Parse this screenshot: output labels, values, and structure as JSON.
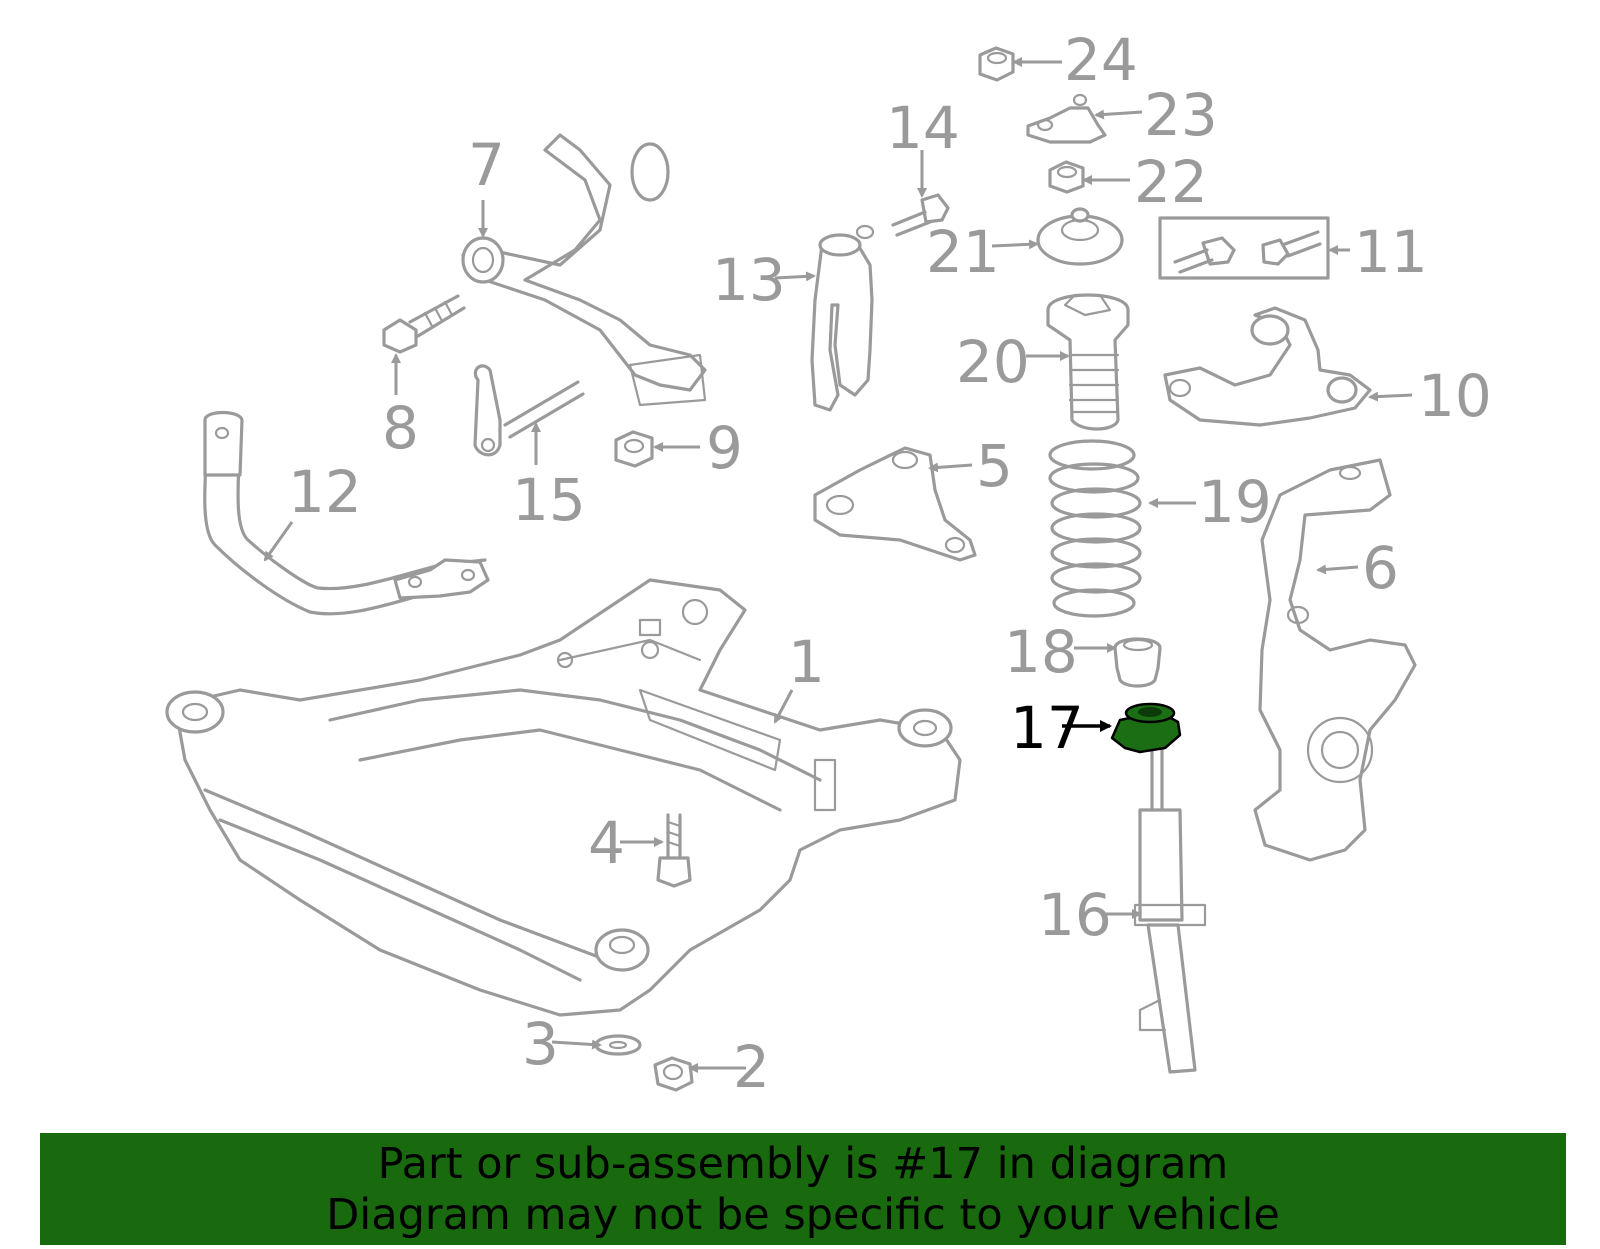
{
  "callouts": {
    "c1": "1",
    "c2": "2",
    "c3": "3",
    "c4": "4",
    "c5": "5",
    "c6": "6",
    "c7": "7",
    "c8": "8",
    "c9": "9",
    "c10": "10",
    "c11": "11",
    "c12": "12",
    "c13": "13",
    "c14": "14",
    "c15": "15",
    "c16": "16",
    "c17": "17",
    "c18": "18",
    "c19": "19",
    "c20": "20",
    "c21": "21",
    "c22": "22",
    "c23": "23",
    "c24": "24"
  },
  "highlighted_part": "17",
  "banner": {
    "line1": "Part or sub-assembly is #17 in diagram",
    "line2": "Diagram may not be specific to your vehicle"
  },
  "colors": {
    "line_art": "#9a9a9a",
    "highlight_fill": "#1b6e14",
    "banner_bg": "#19690f",
    "banner_text": "#000000"
  }
}
